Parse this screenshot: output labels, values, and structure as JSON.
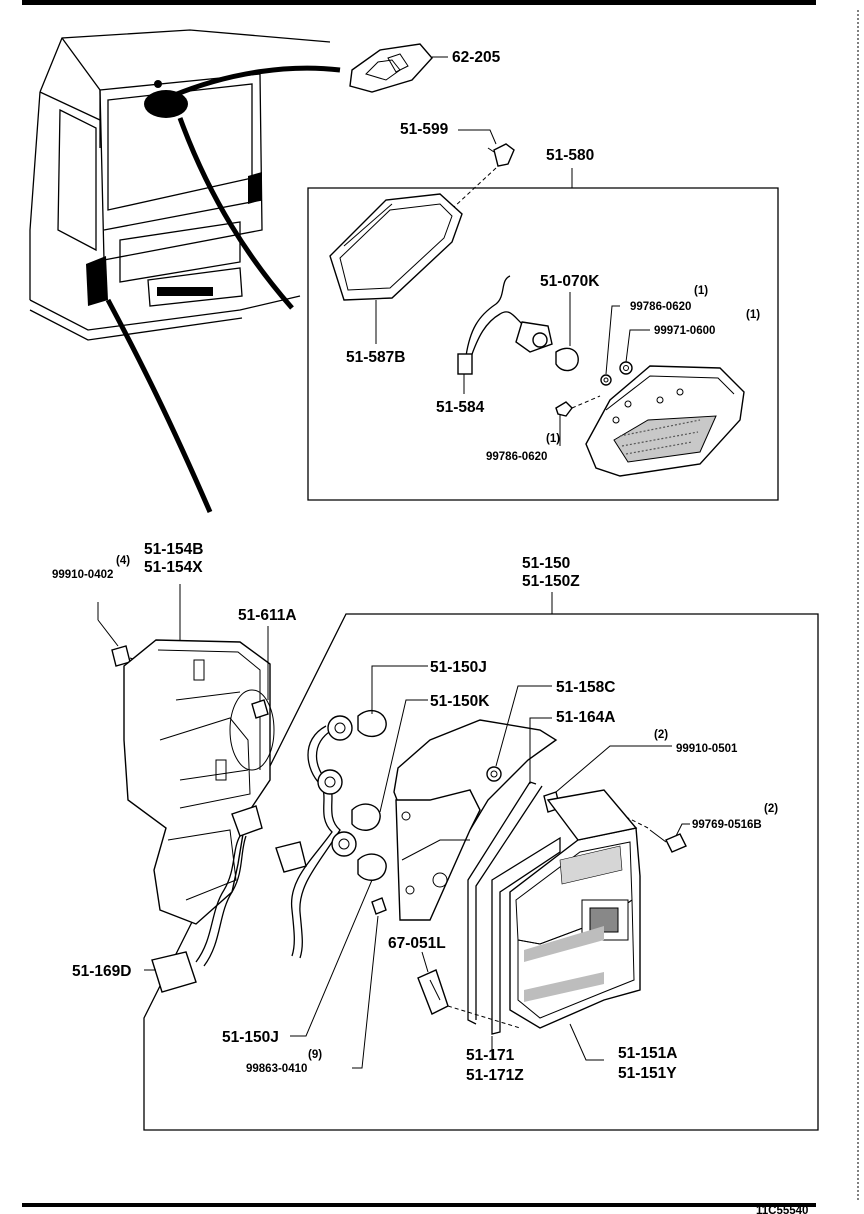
{
  "callouts": {
    "license_lamp": "62-205",
    "screw_599": "51-599",
    "high_mount_assy": "51-580",
    "housing_587b": "51-587B",
    "bulb_070k": "51-070K",
    "screw_top_qty": "(1)",
    "screw_top": "99786-0620",
    "nut_qty": "(1)",
    "nut": "99971-0600",
    "harness_584": "51-584",
    "screw_bottom_qty": "(1)",
    "screw_bottom": "99786-0620",
    "clip_qty": "(4)",
    "clip": "99910-0402",
    "bracket_a": "51-154B",
    "bracket_b": "51-154X",
    "rear_combo_a": "51-150",
    "rear_combo_b": "51-150Z",
    "fastener_611a": "51-611A",
    "socket_150j_top": "51-150J",
    "socket_150k": "51-150K",
    "grommet_158c": "51-158C",
    "gasket_164a": "51-164A",
    "clip_0501_qty": "(2)",
    "clip_0501": "99910-0501",
    "screw_0516b_qty": "(2)",
    "screw_0516b": "99769-0516B",
    "harness_169d": "51-169D",
    "relay_067": "67-051L",
    "socket_150j_bottom": "51-150J",
    "screw_0410_qty": "(9)",
    "screw_0410": "99863-0410",
    "seal_a": "51-171",
    "seal_b": "51-171Z",
    "lens_a": "51-151A",
    "lens_b": "51-151Y"
  },
  "footer_code": "11C55540"
}
